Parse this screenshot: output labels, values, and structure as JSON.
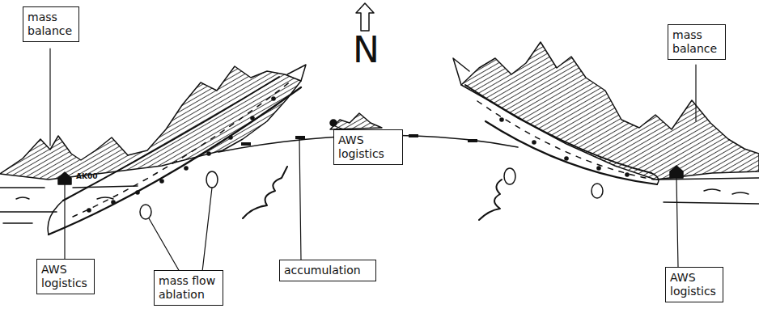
{
  "diagram": {
    "nodes": [
      {
        "text": [
          "mass balance"
        ]
      },
      {
        "text": [
          "mass balance"
        ]
      },
      {
        "text": [
          "AWS logistics"
        ]
      },
      {
        "text": [
          "AWS logistics"
        ]
      },
      {
        "text": [
          "mass flow ablation"
        ]
      },
      {
        "text": [
          "accumulation"
        ]
      },
      {
        "text": [
          "AWS logistics"
        ]
      }
    ],
    "labels": [
      "N",
      "AK00"
    ]
  }
}
